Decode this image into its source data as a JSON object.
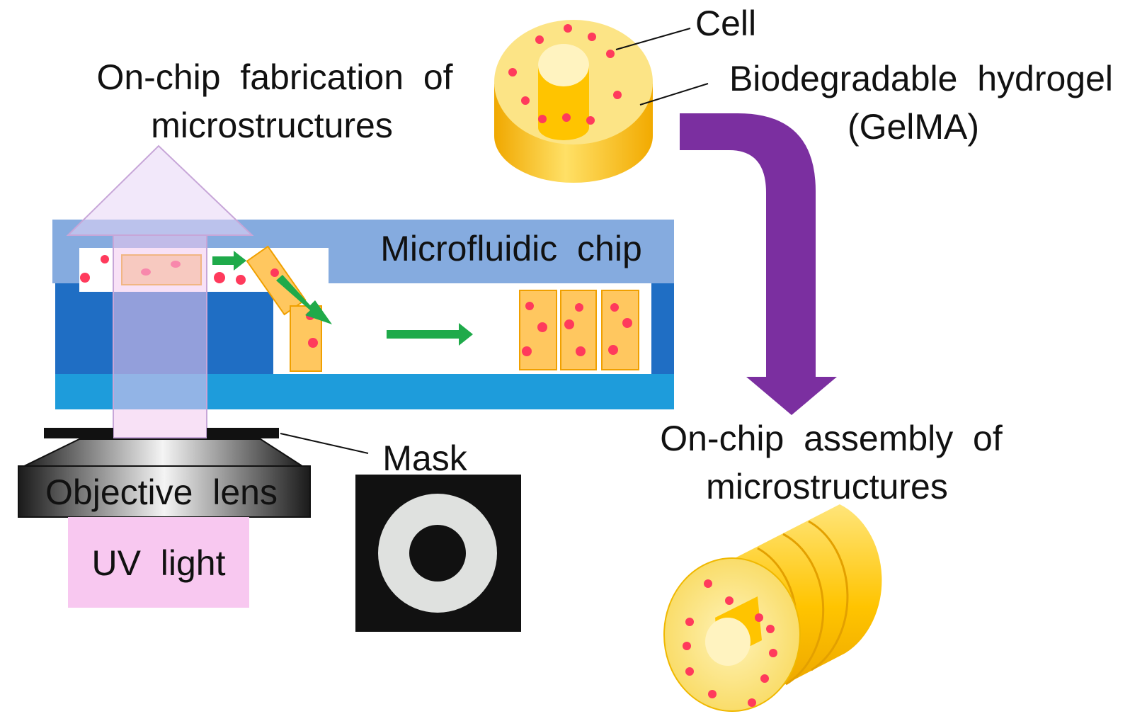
{
  "labels": {
    "fabrication_line1": "On-chip  fabrication  of",
    "fabrication_line2": "microstructures",
    "cell": "Cell",
    "hydrogel_line1": "Biodegradable  hydrogel",
    "hydrogel_line2": "(GelMA)",
    "microfluidic_chip": "Microfluidic  chip",
    "mask": "Mask",
    "objective_lens": "Objective  lens",
    "uv_light": "UV  light",
    "assembly_line1": "On-chip  assembly  of",
    "assembly_line2": "microstructures"
  },
  "colors": {
    "chip_top": "#85abdf",
    "chip_middle": "#1f6ec4",
    "chip_bottom": "#1e9cdb",
    "hydrogel": "#ffc400",
    "hydrogel_light": "#fce486",
    "cell": "#ff3a5c",
    "flow_arrow": "#1faa4a",
    "process_arrow": "#7b2fa0",
    "uv": "#f8cdf2",
    "mask": "#111111"
  },
  "icons": {
    "flow": "green-flow-arrow",
    "process": "purple-bent-arrow",
    "uv_beam": "translucent-up-arrow"
  }
}
